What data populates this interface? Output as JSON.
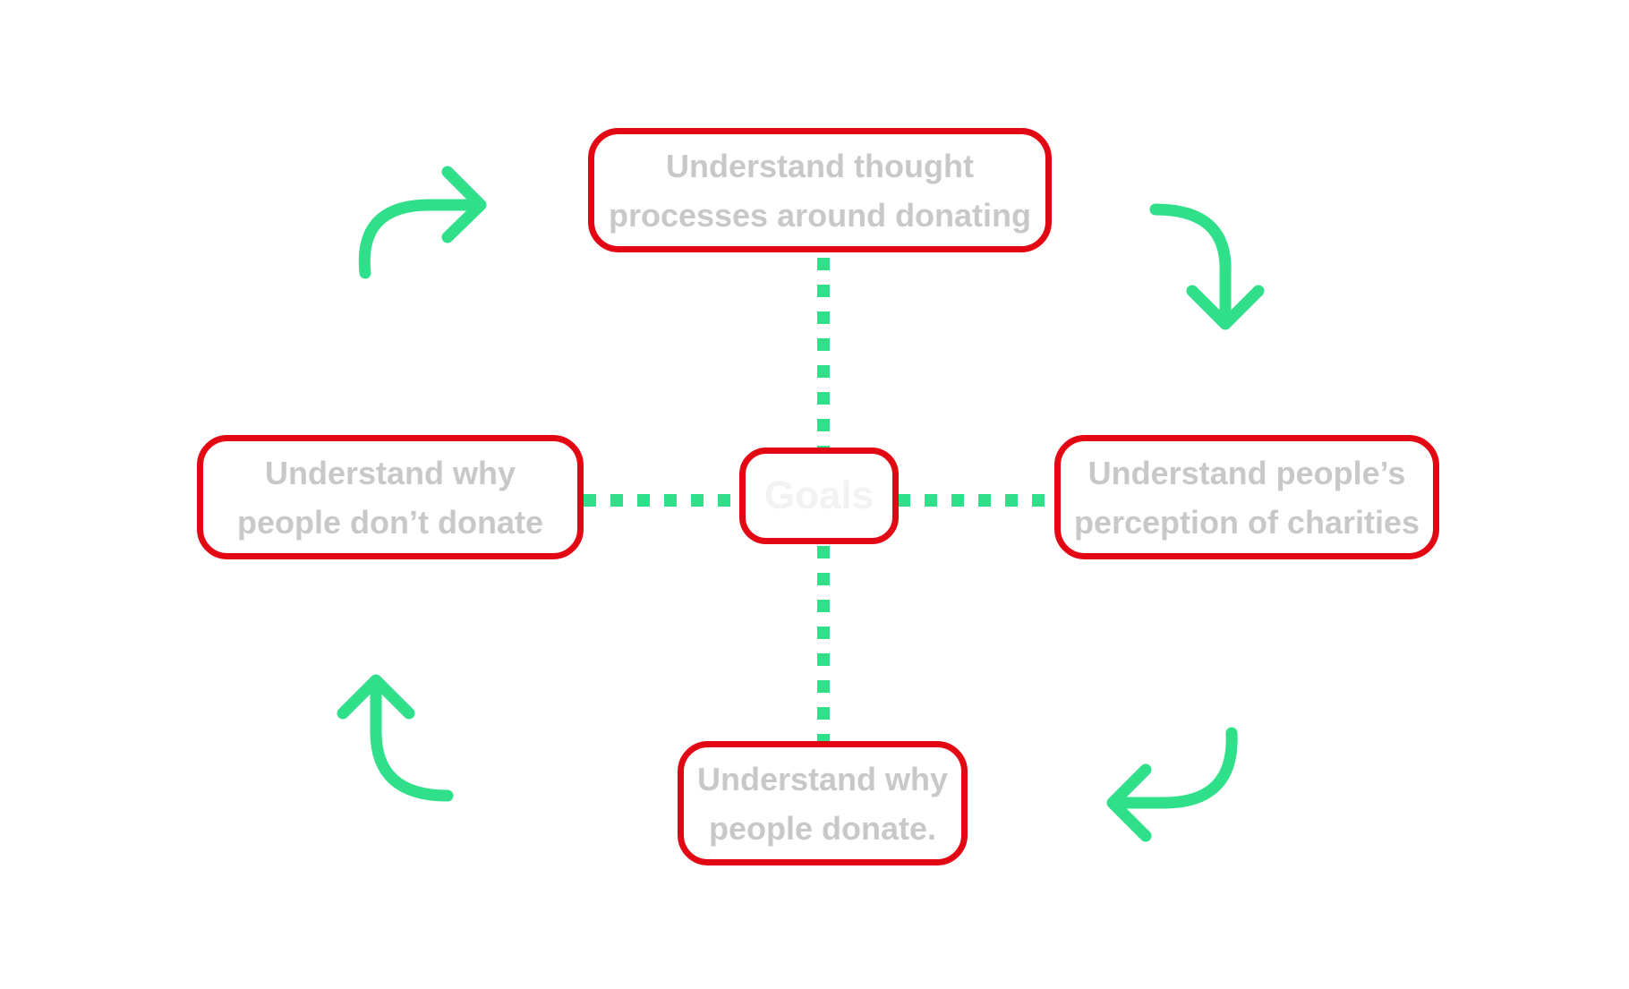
{
  "colors": {
    "box_border": "#e30613",
    "label_text": "#c8c8c8",
    "center_text": "#f2f2f2",
    "connector": "#2fdf8a",
    "arrow": "#2fdf8a",
    "background": "#ffffff"
  },
  "center": {
    "label": "Goals"
  },
  "goals": {
    "top": "Understand thought\nprocesses around donating",
    "right": "Understand people’s\nperception of charities",
    "bottom": "Understand why\npeople donate.",
    "left": "Understand why\npeople don’t donate"
  },
  "arrows": {
    "top_left": "curved-arrow-right-icon",
    "top_right": "curved-arrow-down-icon",
    "bottom_right": "curved-arrow-left-icon",
    "bottom_left": "curved-arrow-up-icon"
  }
}
